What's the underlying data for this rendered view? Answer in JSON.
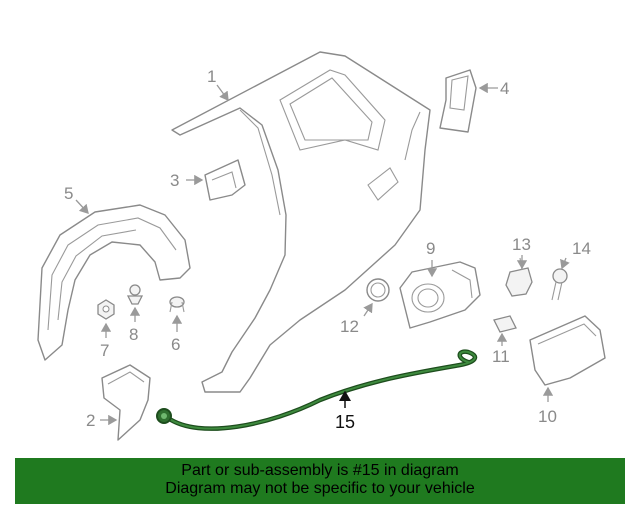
{
  "callouts": {
    "c1": "1",
    "c2": "2",
    "c3": "3",
    "c4": "4",
    "c5": "5",
    "c6": "6",
    "c7": "7",
    "c8": "8",
    "c9": "9",
    "c10": "10",
    "c11": "11",
    "c12": "12",
    "c13": "13",
    "c14": "14",
    "c15": "15"
  },
  "highlight_color": "#1f7a1f",
  "banner": {
    "line1": "Part or sub-assembly is #15 in diagram",
    "line2": "Diagram may not be specific to your vehicle"
  }
}
